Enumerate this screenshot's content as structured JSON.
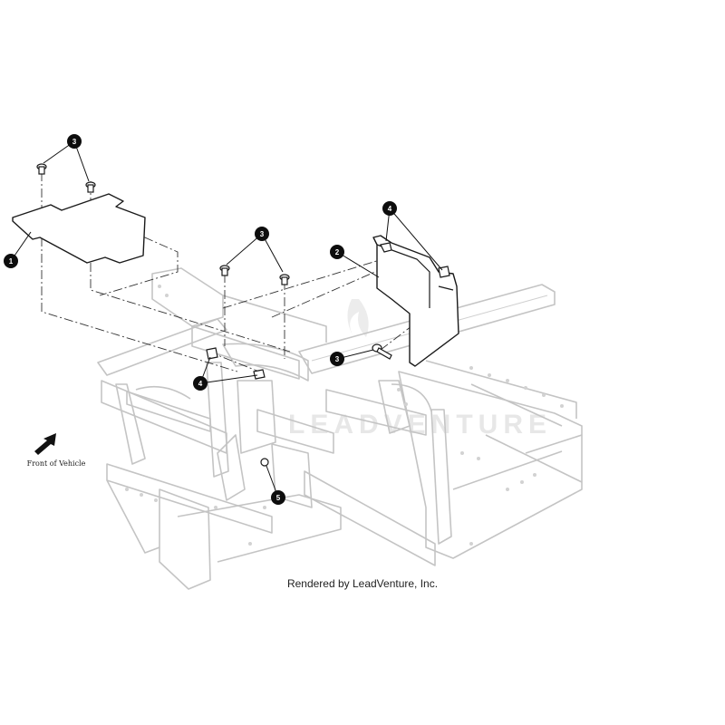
{
  "callouts": [
    {
      "number": "1"
    },
    {
      "number": "2"
    },
    {
      "number": "3"
    },
    {
      "number": "3"
    },
    {
      "number": "3"
    },
    {
      "number": "4"
    },
    {
      "number": "4"
    },
    {
      "number": "5"
    }
  ],
  "orientation_label": "Front of Vehicle",
  "credit": "Rendered by LeadVenture, Inc.",
  "watermark_text": "LEADVENTURE",
  "colors": {
    "lines": "#1a1a1a",
    "frame": "#c4c4c4",
    "callout": "#0d0d0d"
  }
}
